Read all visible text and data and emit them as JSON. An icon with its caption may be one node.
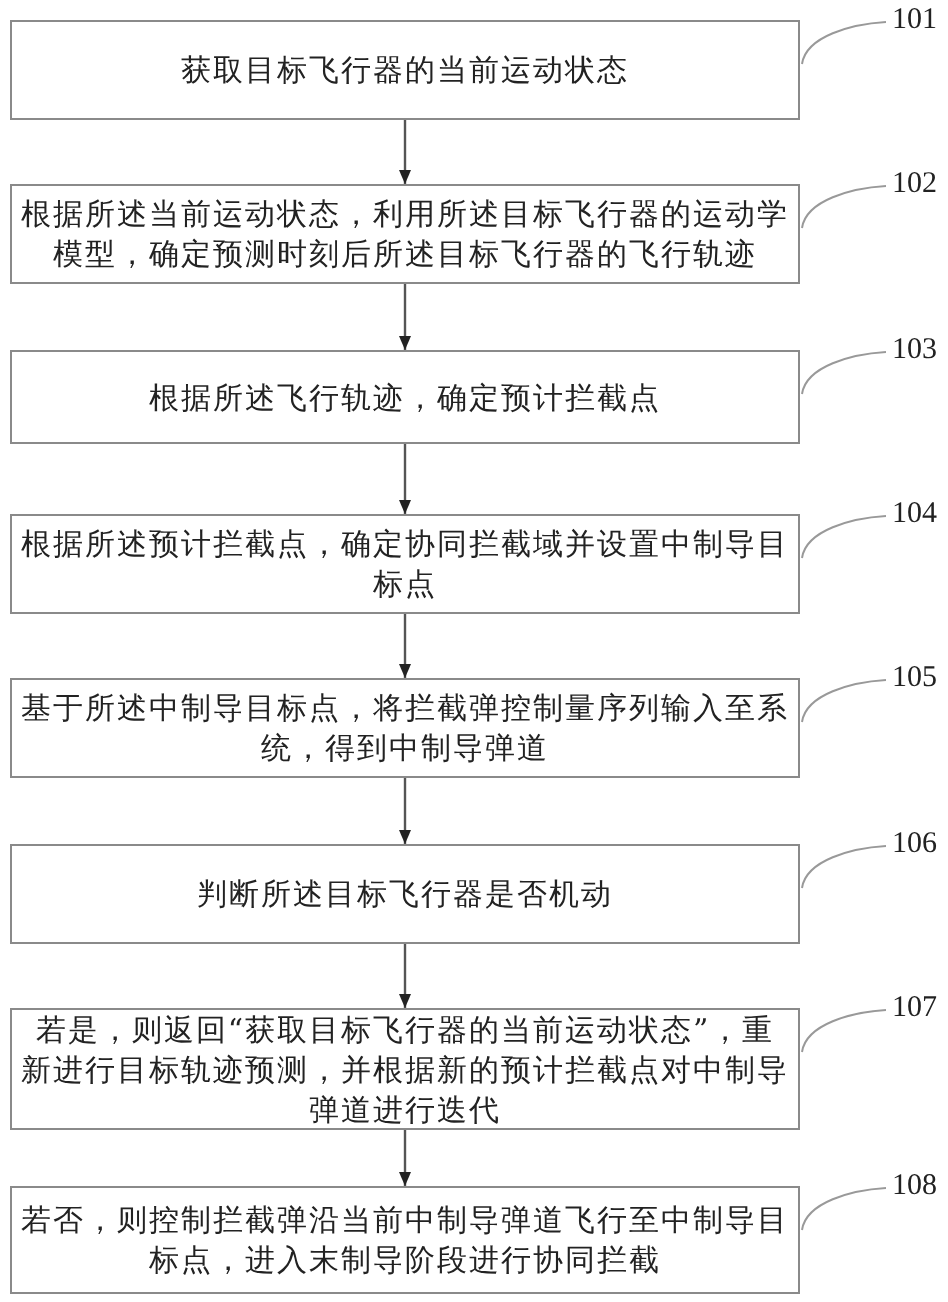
{
  "diagram": {
    "nodes": [
      {
        "text": [
          "获取目标飞行器的当前运动状态"
        ]
      },
      {
        "text": [
          "根据所述当前运动状态，利用所述目标飞行器的运动学模型，确定预测时刻后所述目标飞行器的飞行轨迹"
        ]
      },
      {
        "text": [
          "根据所述飞行轨迹，确定预计拦截点"
        ]
      },
      {
        "text": [
          "根据所述预计拦截点，确定协同拦截域并设置中制导目标点"
        ]
      },
      {
        "text": [
          "基于所述中制导目标点，将拦截弹控制量序列输入至系统，得到中制导弹道"
        ]
      },
      {
        "text": [
          "判断所述目标飞行器是否机动"
        ]
      },
      {
        "text": [
          "若是，则返回“获取目标飞行器的当前运动状态”，重新进行目标轨迹预测，并根据新的预计拦截点对中制导弹道进行迭代"
        ]
      },
      {
        "text": [
          "若否，则控制拦截弹沿当前中制导弹道飞行至中制导目标点，进入末制导阶段进行协同拦截"
        ]
      },
      {
        "text": [
          "101"
        ]
      },
      {
        "text": [
          "102"
        ]
      },
      {
        "text": [
          "103"
        ]
      },
      {
        "text": [
          "104"
        ]
      },
      {
        "text": [
          "105"
        ]
      },
      {
        "text": [
          "106"
        ]
      },
      {
        "text": [
          "107"
        ]
      },
      {
        "text": [
          "108"
        ]
      }
    ],
    "edges": [
      {
        "from": 0,
        "to": 1,
        "arrow": "to"
      },
      {
        "from": 1,
        "to": 2,
        "arrow": "to"
      },
      {
        "from": 2,
        "to": 3,
        "arrow": "to"
      },
      {
        "from": 3,
        "to": 4,
        "arrow": "to"
      },
      {
        "from": 4,
        "to": 5,
        "arrow": "to"
      },
      {
        "from": 5,
        "to": 6,
        "arrow": "to"
      },
      {
        "from": 6,
        "to": 7,
        "arrow": "to"
      },
      {
        "from": 8,
        "to": 0,
        "arrow": "none"
      },
      {
        "from": 9,
        "to": 1,
        "arrow": "none"
      },
      {
        "from": 10,
        "to": 2,
        "arrow": "none"
      },
      {
        "from": 11,
        "to": 3,
        "arrow": "none"
      },
      {
        "from": 12,
        "to": 4,
        "arrow": "none"
      },
      {
        "from": 13,
        "to": 5,
        "arrow": "none"
      },
      {
        "from": 14,
        "to": 6,
        "arrow": "none"
      },
      {
        "from": 15,
        "to": 7,
        "arrow": "none"
      }
    ]
  }
}
